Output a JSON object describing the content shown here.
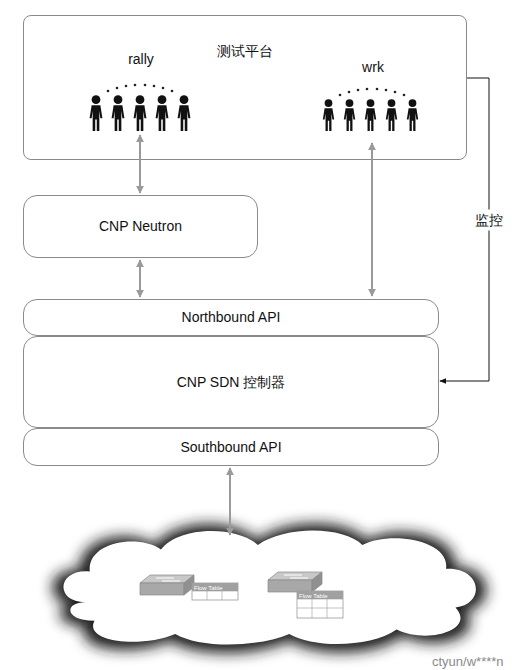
{
  "diagram": {
    "nodes": [
      {
        "text": [
          "测试平台"
        ]
      },
      {
        "text": [
          "rally"
        ],
        "in": 0
      },
      {
        "text": [
          "wrk"
        ],
        "in": 0
      },
      {
        "text": [
          "CNP Neutron"
        ]
      },
      {
        "text": [
          "Northbound API"
        ]
      },
      {
        "text": [
          "CNP SDN 控制器"
        ]
      },
      {
        "text": [
          "Southbound API"
        ]
      },
      {
        "text": []
      },
      {
        "text": [
          "Flow Table"
        ],
        "in": 7
      },
      {
        "text": [
          "Flow Table"
        ],
        "in": 7
      }
    ],
    "edges": [
      {
        "from": 1,
        "to": 3,
        "arrow": "both"
      },
      {
        "from": 3,
        "to": 4,
        "arrow": "both"
      },
      {
        "from": 2,
        "to": 4,
        "arrow": "both"
      },
      {
        "from": 6,
        "to": 7,
        "arrow": "both"
      },
      {
        "from": 0,
        "to": 5,
        "label": "监控",
        "arrow": "to"
      }
    ],
    "labels": [
      "ctyun/w****n"
    ]
  }
}
